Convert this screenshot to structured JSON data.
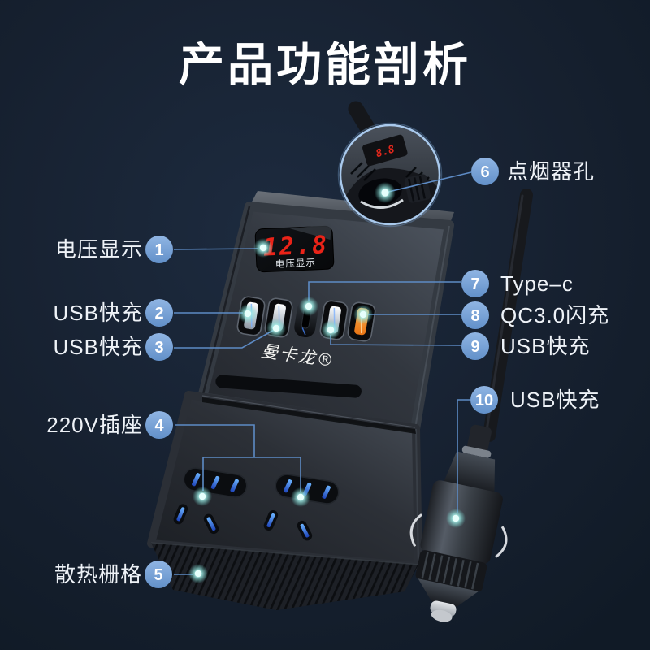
{
  "title": "产品功能剖析",
  "theme": {
    "background": "#16202f",
    "accent_blue": "#6f9cd4",
    "line_blue": "#5d8bc5",
    "glow_cyan": "#aef0ea",
    "display_red": "#e8251b",
    "port_orange": "#f08a28"
  },
  "product": {
    "display_value": "12.8",
    "display_label": "电压显示",
    "brand": "曼卡龙®",
    "inset_display_value": "8.8"
  },
  "callouts": [
    {
      "num": "1",
      "label": "电压显示"
    },
    {
      "num": "2",
      "label": "USB快充"
    },
    {
      "num": "3",
      "label": "USB快充"
    },
    {
      "num": "4",
      "label": "220V插座"
    },
    {
      "num": "5",
      "label": "散热栅格"
    },
    {
      "num": "6",
      "label": "点烟器孔"
    },
    {
      "num": "7",
      "label": "Type–c"
    },
    {
      "num": "8",
      "label": "QC3.0闪充"
    },
    {
      "num": "9",
      "label": "USB快充"
    },
    {
      "num": "10",
      "label": "USB快充"
    }
  ]
}
